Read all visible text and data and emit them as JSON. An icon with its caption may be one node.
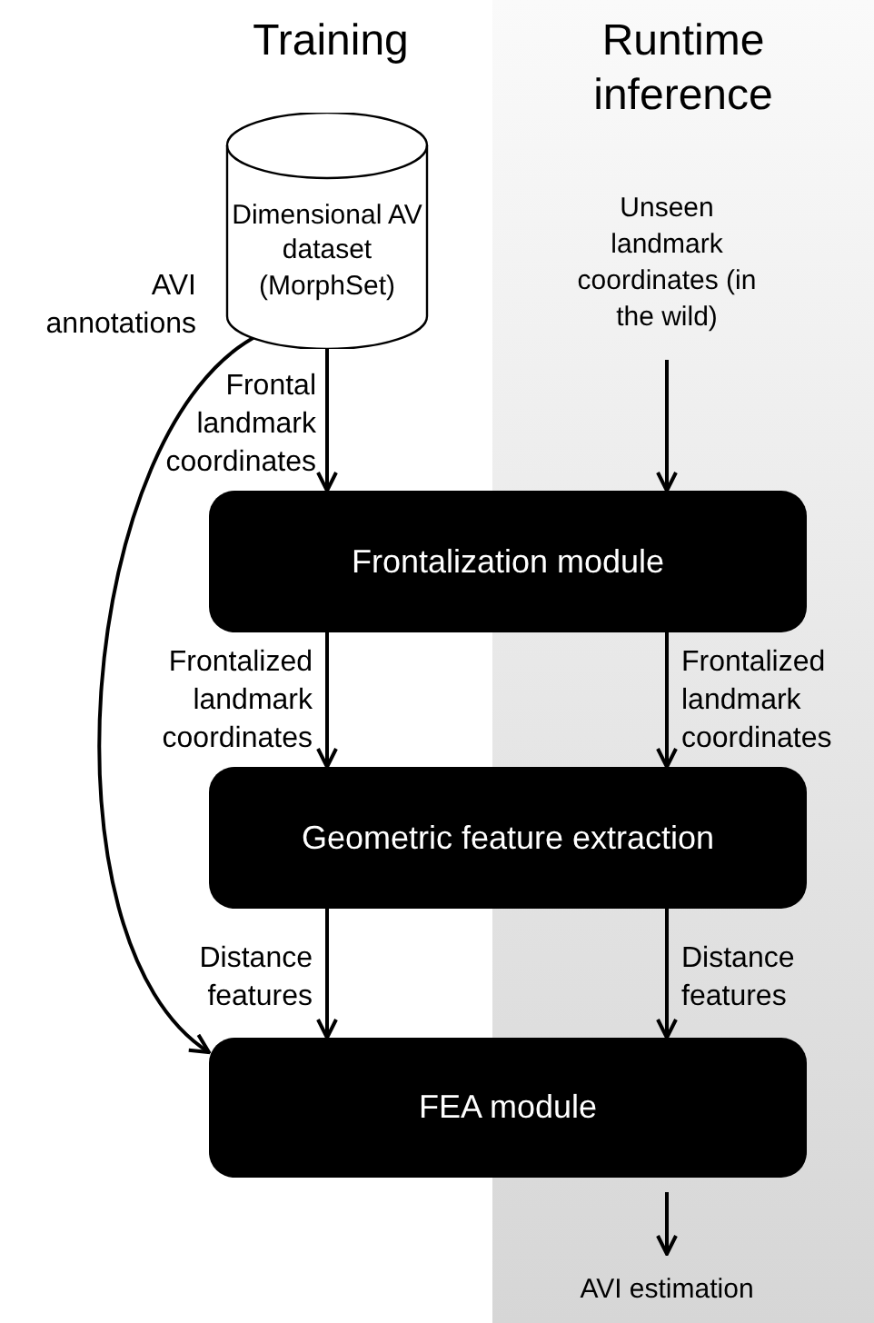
{
  "diagram": {
    "nodes": [
      {
        "text": [
          "Dimensional AV dataset (MorphSet)"
        ]
      },
      {
        "text": [
          "Unseen landmark coordinates (in the wild)"
        ]
      },
      {
        "text": [
          "Frontalization module"
        ]
      },
      {
        "text": [
          "Geometric feature extraction"
        ]
      },
      {
        "text": [
          "FEA module"
        ]
      },
      {
        "text": [
          "AVI estimation"
        ]
      }
    ],
    "edges": [
      {
        "from": 0,
        "to": 2,
        "arrow": "to",
        "label": "Frontal landmark coordinates"
      },
      {
        "from": 1,
        "to": 2,
        "arrow": "to"
      },
      {
        "from": 2,
        "to": 3,
        "arrow": "to",
        "label": "Frontalized landmark coordinates"
      },
      {
        "from": 2,
        "to": 3,
        "arrow": "to",
        "label": "Frontalized landmark coordinates"
      },
      {
        "from": 3,
        "to": 4,
        "arrow": "to",
        "label": "Distance features"
      },
      {
        "from": 3,
        "to": 4,
        "arrow": "to",
        "label": "Distance features"
      },
      {
        "from": 0,
        "to": 4,
        "arrow": "to",
        "label": "AVI annotations"
      },
      {
        "from": 4,
        "to": 5,
        "arrow": "to"
      }
    ],
    "labels": [
      "Training",
      "Runtime inference"
    ]
  }
}
